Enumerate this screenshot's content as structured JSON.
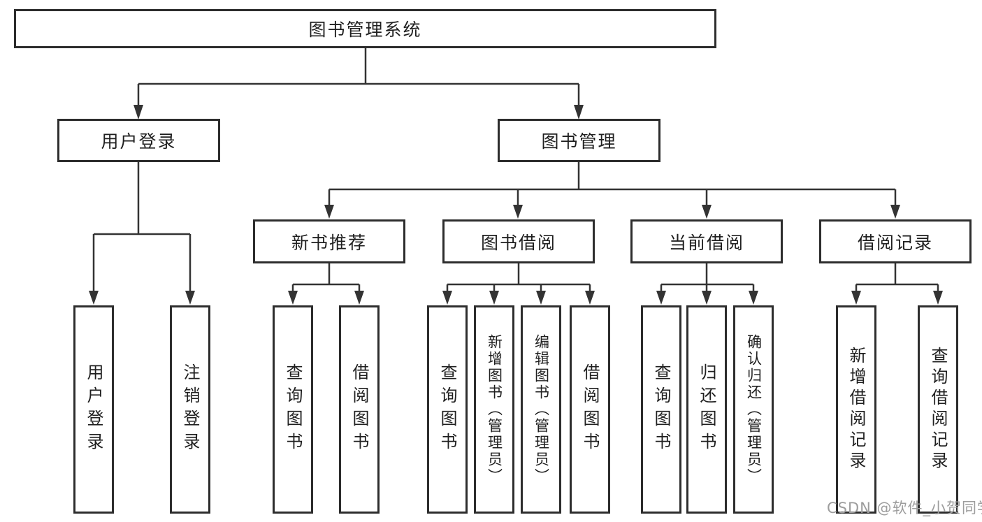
{
  "tree": {
    "label": "图书管理系统",
    "children": [
      {
        "label": "用户登录",
        "children": [
          {
            "label": "用户登录"
          },
          {
            "label": "注销登录"
          }
        ]
      },
      {
        "label": "图书管理",
        "children": [
          {
            "label": "新书推荐",
            "children": [
              {
                "label": "查询图书"
              },
              {
                "label": "借阅图书"
              }
            ]
          },
          {
            "label": "图书借阅",
            "children": [
              {
                "label": "查询图书"
              },
              {
                "label": "新增图书（管理员）"
              },
              {
                "label": "编辑图书（管理员）"
              },
              {
                "label": "借阅图书"
              }
            ]
          },
          {
            "label": "当前借阅",
            "children": [
              {
                "label": "查询图书"
              },
              {
                "label": "归还图书"
              },
              {
                "label": "确认归还（管理员）"
              }
            ]
          },
          {
            "label": "借阅记录",
            "children": [
              {
                "label": "新增借阅记录"
              },
              {
                "label": "查询借阅记录"
              }
            ]
          }
        ]
      }
    ]
  },
  "watermark": {
    "text": "CSDN @软件_小贺同学"
  },
  "colors": {
    "line": "#333333",
    "box_border": "#2d2d2d",
    "text": "#1f1f1f",
    "watermark": "#9d9d9d",
    "background": "#ffffff"
  }
}
